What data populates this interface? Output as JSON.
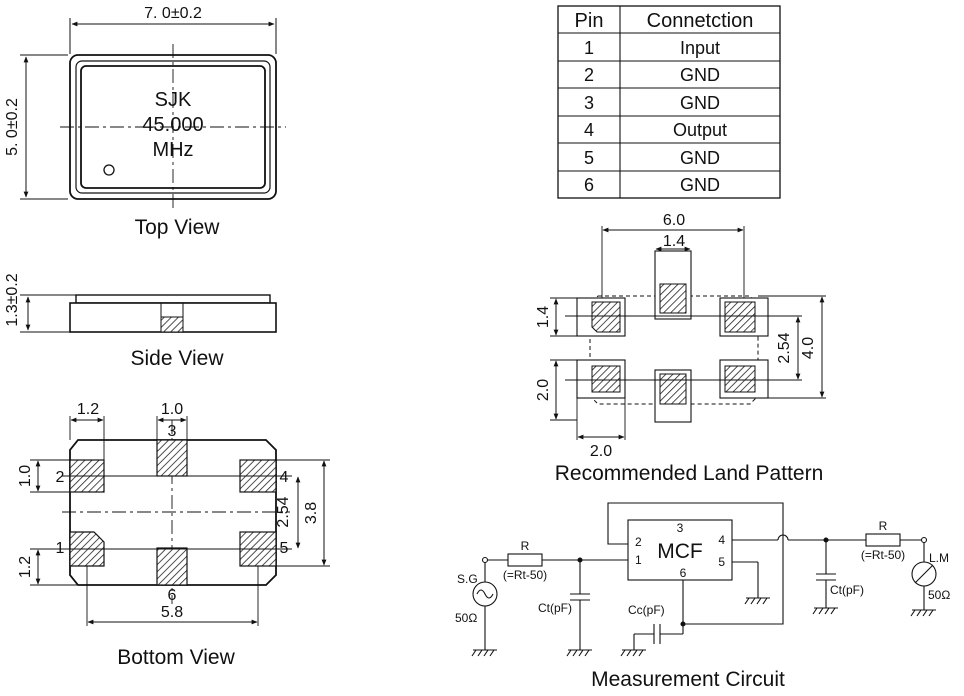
{
  "top_view": {
    "caption": "Top View",
    "marking": {
      "line1": "SJK",
      "line2": "45.000",
      "line3": "MHz"
    },
    "dim_width": "7. 0±0.2",
    "dim_height": "5. 0±0.2"
  },
  "side_view": {
    "caption": "Side View",
    "dim_height": "1.3±0.2"
  },
  "bottom_view": {
    "caption": "Bottom View",
    "dim_pad_w_corner": "1.2",
    "dim_pad_w_center": "1.0",
    "dim_pad_h_top": "1.0",
    "dim_pad_h_bottom": "1.2",
    "dim_pitch": "2.54",
    "dim_total": "3.8",
    "dim_span": "5.8",
    "pin_labels": [
      "1",
      "2",
      "3",
      "4",
      "5",
      "6"
    ]
  },
  "pin_table": {
    "headers": [
      "Pin",
      "Connetction"
    ],
    "rows": [
      [
        "1",
        "Input"
      ],
      [
        "2",
        "GND"
      ],
      [
        "3",
        "GND"
      ],
      [
        "4",
        "Output"
      ],
      [
        "5",
        "GND"
      ],
      [
        "6",
        "GND"
      ]
    ]
  },
  "land_pattern": {
    "caption": "Recommended Land Pattern",
    "dim_total_w": "6.0",
    "dim_center_w": "1.4",
    "dim_pad_h": "1.4",
    "dim_pad_h2": "2.0",
    "dim_pad_w": "2.0",
    "dim_pitch": "2.54",
    "dim_total_h": "4.0"
  },
  "circuit": {
    "caption": "Measurement Circuit",
    "chip_label": "MCF",
    "chip_pins": [
      "1",
      "2",
      "3",
      "4",
      "5",
      "6"
    ],
    "sg_label": "S.G",
    "sg_imp": "50Ω",
    "r_label": "R",
    "r_value": "(=Rt-50)",
    "ct_label": "Ct(pF)",
    "cc_label": "Cc(pF)",
    "lm_label": "L.M",
    "lm_imp": "50Ω"
  }
}
